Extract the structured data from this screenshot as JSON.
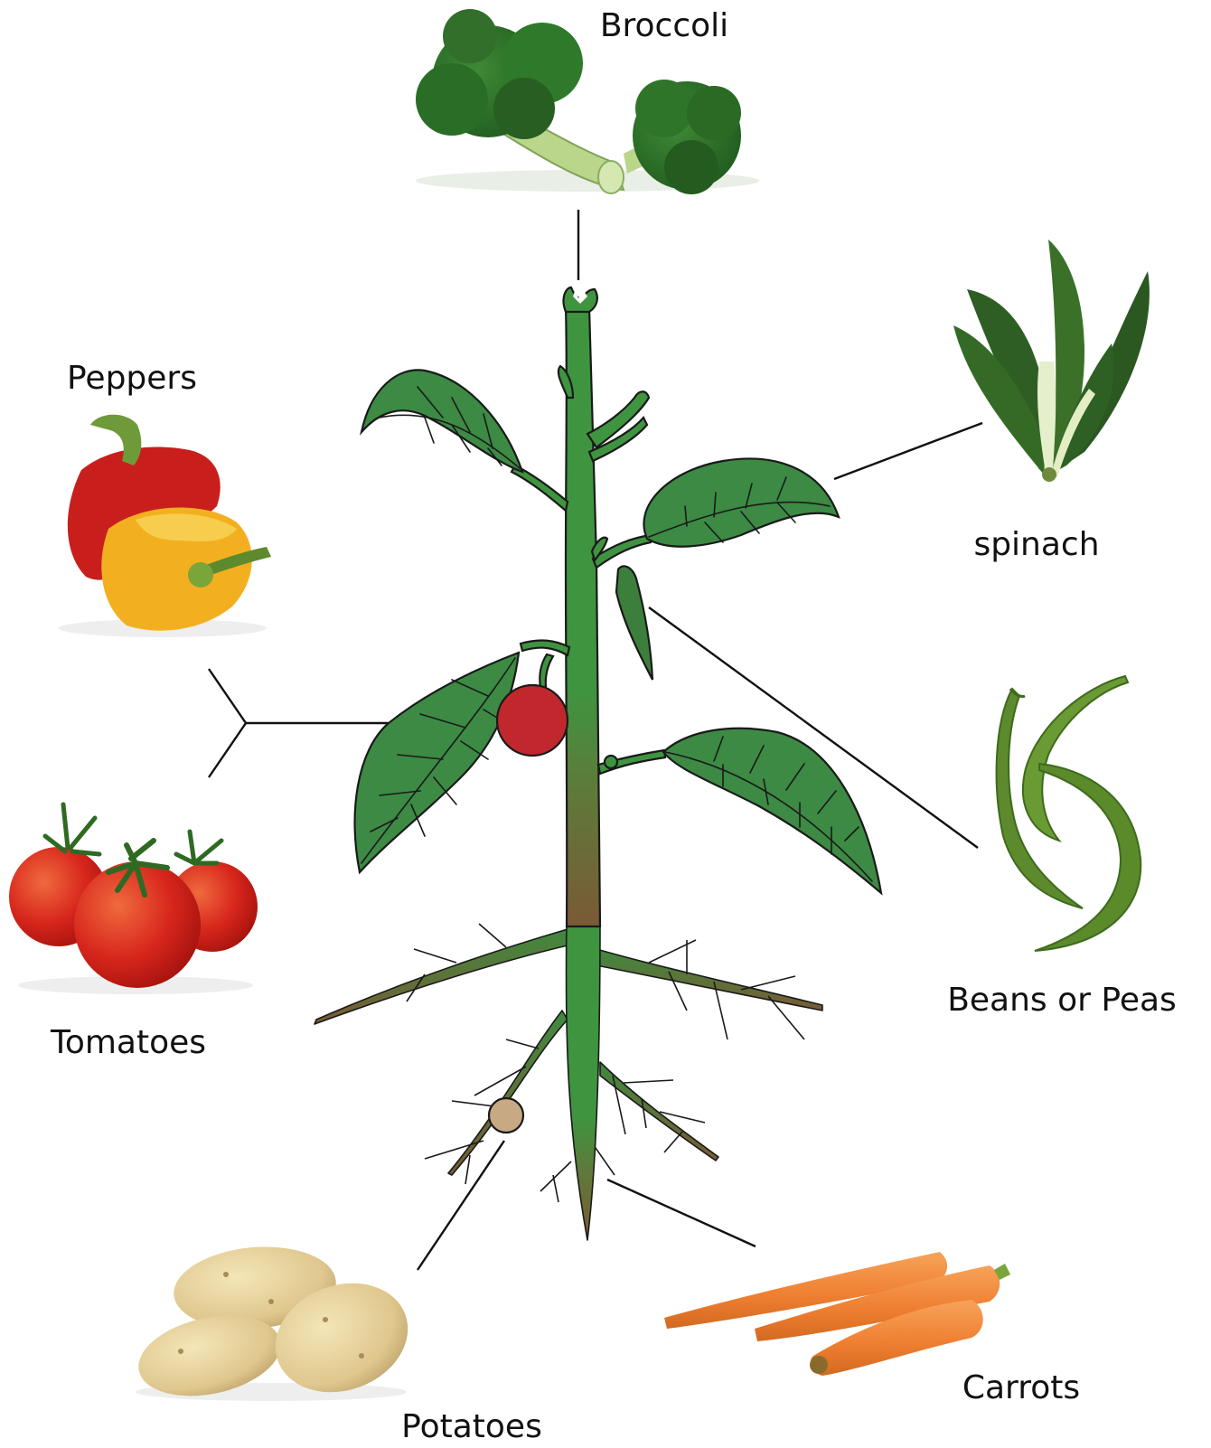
{
  "labels": {
    "broccoli": "Broccoli",
    "spinach": "spinach",
    "peppers": "Peppers",
    "tomatoes": "Tomatoes",
    "beans": "Beans or Peas",
    "potatoes": "Potatoes",
    "carrots": "Carrots"
  },
  "colors": {
    "stem_green": "#3f9440",
    "leaf_green": "#3c8a44",
    "root_brown": "#7a5a35",
    "fruit_red": "#c0282d",
    "tuber_tan": "#c7aa84"
  }
}
